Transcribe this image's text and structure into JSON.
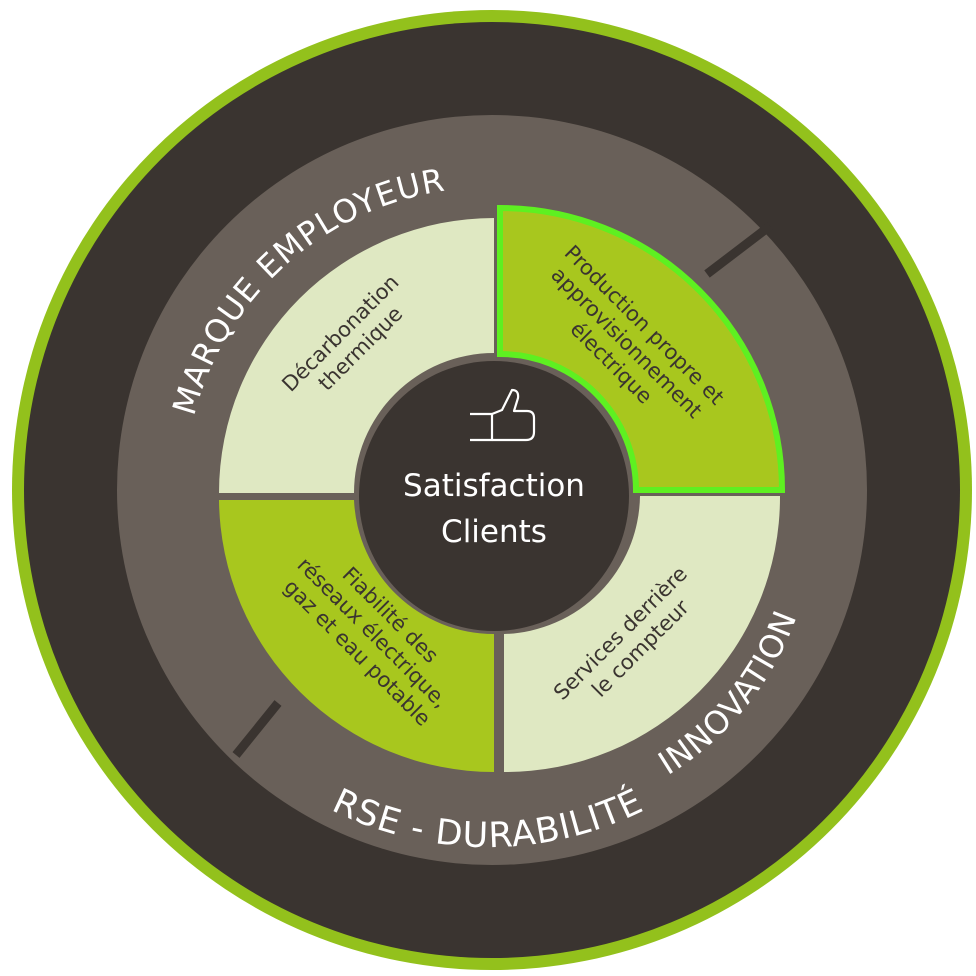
{
  "colors": {
    "lime_outline": "#93c11c",
    "outer_dark": "#3a3430",
    "middle_ring": "#696059",
    "segment_light": "#dfe8c2",
    "segment_green": "#a8c71e",
    "highlight": "#5ef021",
    "text_white": "#ffffff",
    "text_dark": "#3a3430"
  },
  "outer_ring": {
    "label": "RSE - DURABILITÉ"
  },
  "middle_ring": {
    "label_top_left": "MARQUE EMPLOYEUR",
    "label_bottom_right": "INNOVATION"
  },
  "segments": [
    {
      "id": "top-left",
      "lines": [
        "Décarbonation",
        "thermique"
      ],
      "fill": "light",
      "highlighted": false
    },
    {
      "id": "top-right",
      "lines": [
        "Production propre et",
        "approvisionnement",
        "électrique"
      ],
      "fill": "green",
      "highlighted": true
    },
    {
      "id": "bottom-right",
      "lines": [
        "Services derrière",
        "le compteur"
      ],
      "fill": "light",
      "highlighted": false
    },
    {
      "id": "bottom-left",
      "lines": [
        "Fiabilité des",
        "réseaux électrique,",
        "gaz et eau potable"
      ],
      "fill": "green",
      "highlighted": false
    }
  ],
  "center": {
    "icon": "thumbs-up-icon",
    "line1": "Satisfaction",
    "line2": "Clients"
  }
}
